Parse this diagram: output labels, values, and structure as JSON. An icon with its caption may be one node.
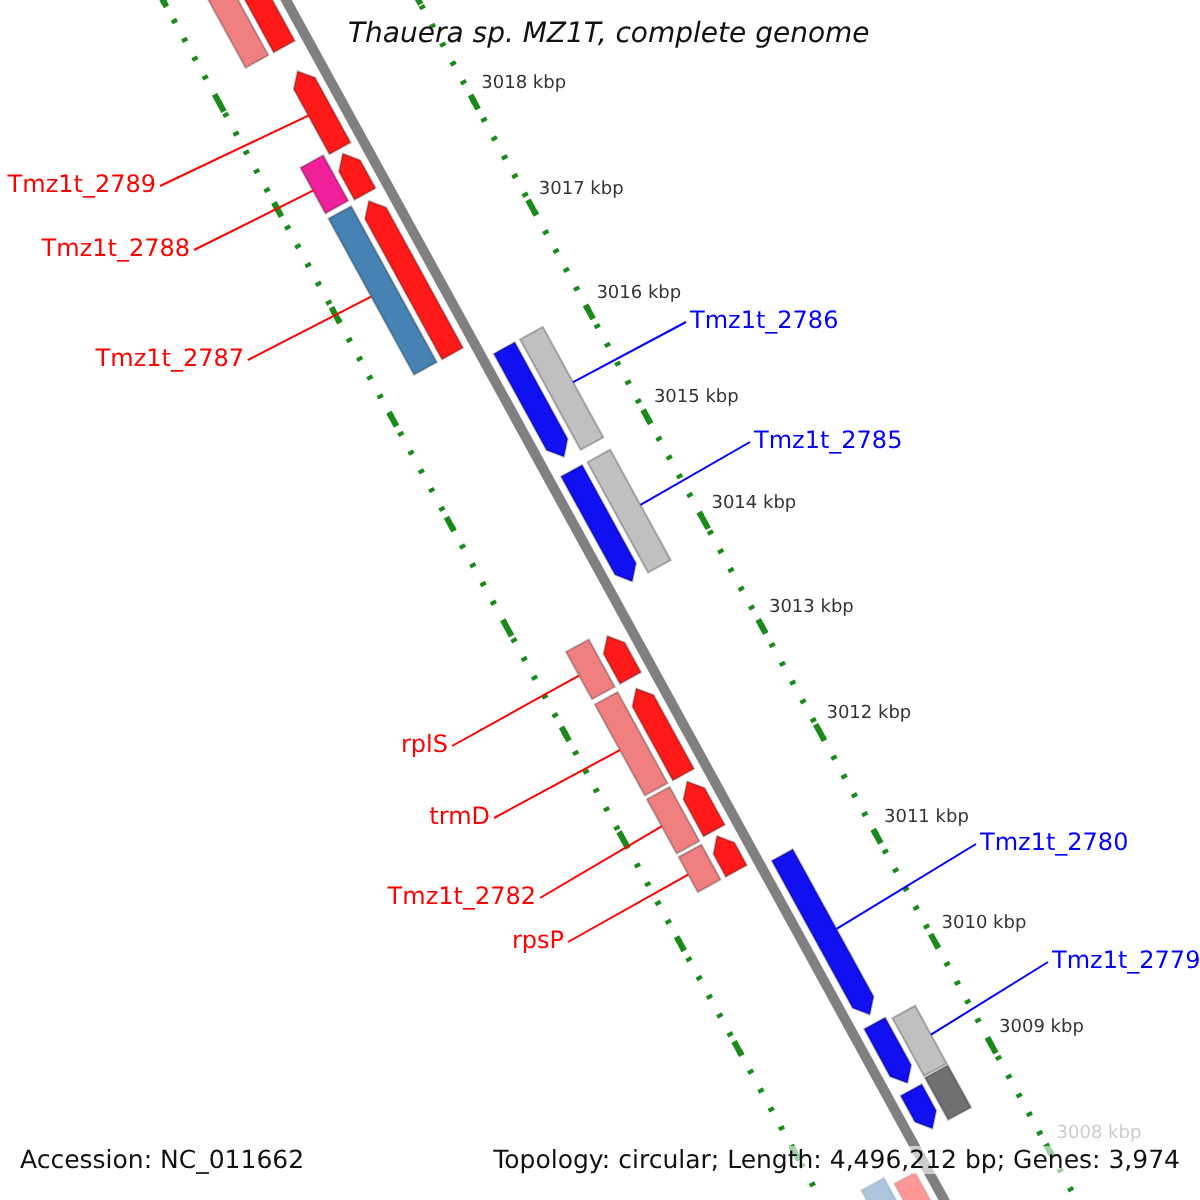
{
  "diagram": {
    "title": "Thauera sp. MZ1T, complete genome",
    "nodes": [
      {
        "text": [
          "Tmz1t_2789"
        ]
      },
      {
        "text": [
          "Tmz1t_2788"
        ]
      },
      {
        "text": [
          "Tmz1t_2787"
        ]
      },
      {
        "text": [
          "Tmz1t_2786"
        ]
      },
      {
        "text": [
          "Tmz1t_2785"
        ]
      },
      {
        "text": [
          "rplS"
        ]
      },
      {
        "text": [
          "trmD"
        ]
      },
      {
        "text": [
          "Tmz1t_2782"
        ]
      },
      {
        "text": [
          "rpsP"
        ]
      },
      {
        "text": [
          "Tmz1t_2780"
        ]
      },
      {
        "text": [
          "Tmz1t_2779"
        ]
      },
      {
        "text": [],
        "shape": "bar"
      },
      {
        "text": [],
        "shape": "bar"
      },
      {
        "text": [],
        "shape": "arrow"
      },
      {
        "text": [],
        "shape": "bar"
      },
      {
        "text": [],
        "shape": "arrow"
      },
      {
        "text": [],
        "shape": "bar"
      },
      {
        "text": [],
        "shape": "arrow"
      },
      {
        "text": [],
        "shape": "arrow"
      },
      {
        "text": [],
        "shape": "bar"
      },
      {
        "text": [],
        "shape": "arrow"
      },
      {
        "text": [],
        "shape": "bar"
      },
      {
        "text": [],
        "shape": "bar"
      },
      {
        "text": [],
        "shape": "arrow"
      },
      {
        "text": [],
        "shape": "bar"
      },
      {
        "text": [],
        "shape": "arrow"
      },
      {
        "text": [],
        "shape": "bar"
      },
      {
        "text": [],
        "shape": "arrow"
      },
      {
        "text": [],
        "shape": "bar"
      },
      {
        "text": [],
        "shape": "arrow"
      },
      {
        "text": [],
        "shape": "arrow"
      },
      {
        "text": [],
        "shape": "arrow"
      },
      {
        "text": [],
        "shape": "bar"
      },
      {
        "text": [],
        "shape": "arrow"
      },
      {
        "text": [],
        "shape": "bar"
      },
      {
        "text": [],
        "shape": "bar"
      },
      {
        "text": [],
        "shape": "bar"
      }
    ],
    "edges": [
      {
        "from": 0,
        "to": 13,
        "arrow": "none"
      },
      {
        "from": 1,
        "to": 14,
        "arrow": "none"
      },
      {
        "from": 2,
        "to": 16,
        "arrow": "none"
      },
      {
        "from": 3,
        "to": 19,
        "arrow": "none",
        "color": "#0000ff"
      },
      {
        "from": 4,
        "to": 21,
        "arrow": "none",
        "color": "#0000ff"
      },
      {
        "from": 5,
        "to": 22,
        "arrow": "none"
      },
      {
        "from": 6,
        "to": 24,
        "arrow": "none"
      },
      {
        "from": 7,
        "to": 26,
        "arrow": "none"
      },
      {
        "from": 8,
        "to": 28,
        "arrow": "none"
      },
      {
        "from": 9,
        "to": 30,
        "arrow": "none",
        "color": "#0000ff"
      },
      {
        "from": 10,
        "to": 32,
        "arrow": "none",
        "color": "#0000ff"
      }
    ],
    "labels": [
      "3018 kbp",
      "3017 kbp",
      "3016 kbp",
      "3015 kbp",
      "3014 kbp",
      "3013 kbp",
      "3012 kbp",
      "3011 kbp",
      "3010 kbp",
      "3009 kbp",
      "3008 kbp",
      "Accession: NC_011662",
      "Topology: circular; Length: 4,496,212 bp; Genes: 3,974"
    ]
  }
}
